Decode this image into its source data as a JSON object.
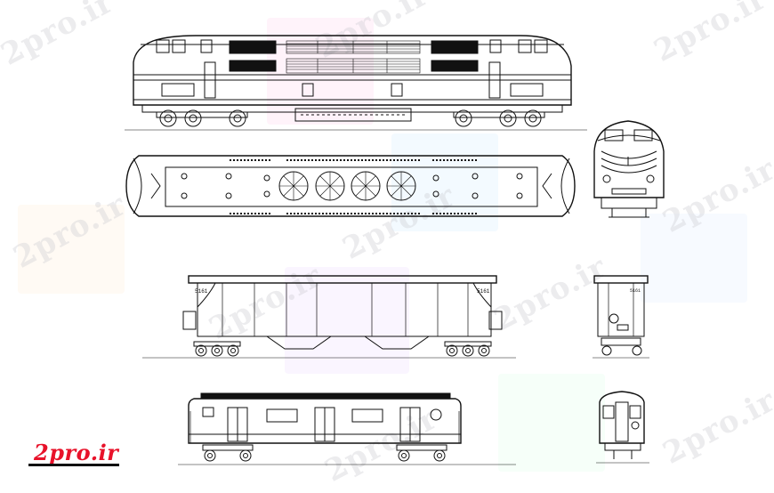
{
  "watermarks": [
    "2pro.ir",
    "2pro.ir",
    "2pro.ir",
    "2pro.ir",
    "2pro.ir",
    "2pro.ir",
    "2pro.ir",
    "2pro.ir",
    "2pro.ir",
    "2pro.ir"
  ],
  "logo": {
    "text": "2pro.ir",
    "color": "#e8122a"
  },
  "colors": {
    "line": "#111111",
    "background": "#ffffff"
  }
}
